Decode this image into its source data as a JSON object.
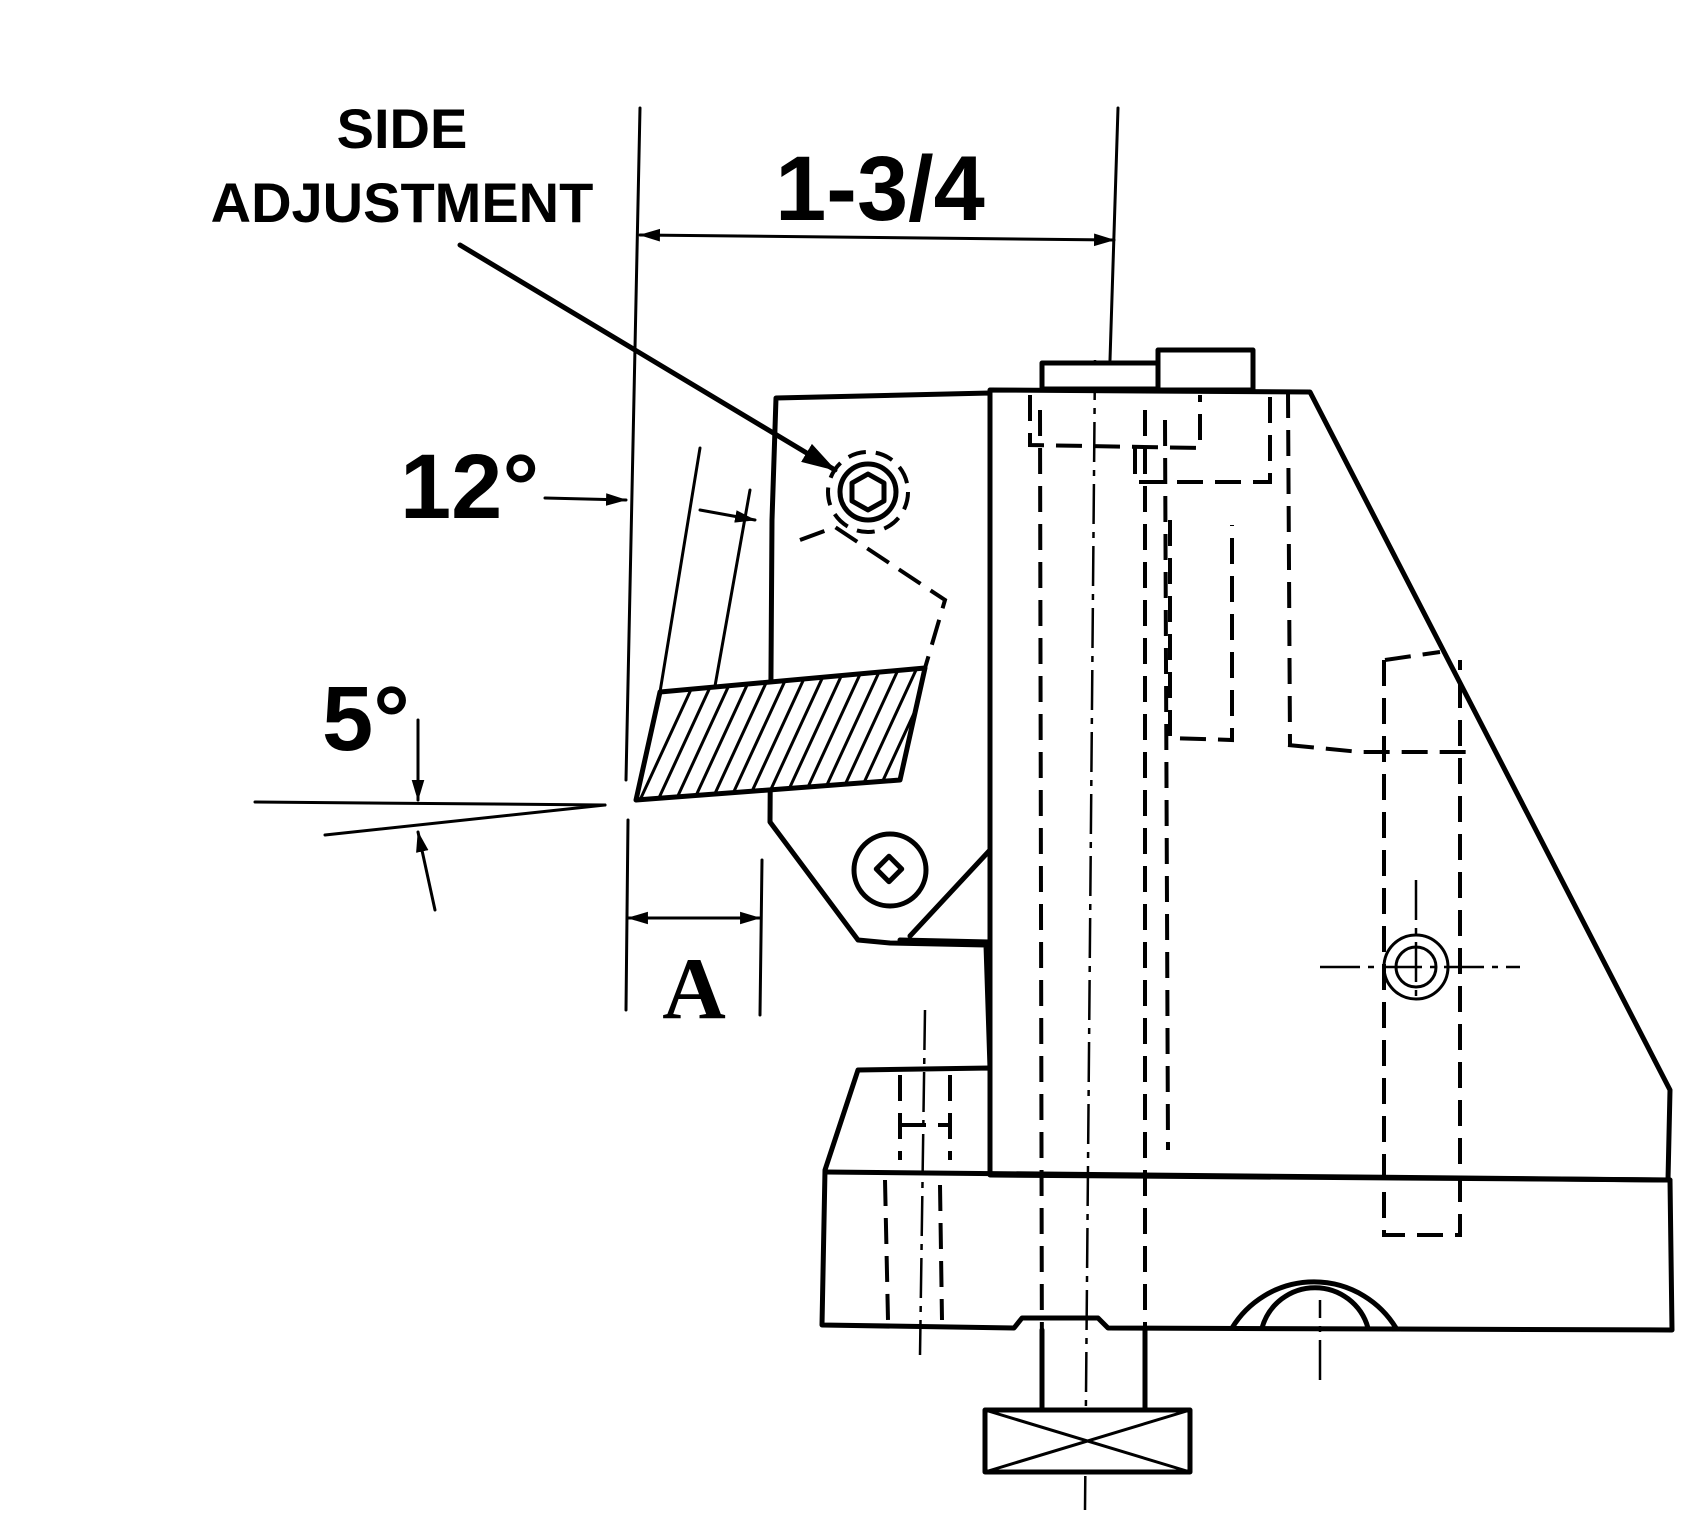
{
  "labels": {
    "side_adjustment_line1": "SIDE",
    "side_adjustment_line2": "ADJUSTMENT",
    "width_dimension": "1-3/4",
    "clearance_angle": "12°",
    "rake_angle": "5°",
    "offset_dimension": "A"
  }
}
